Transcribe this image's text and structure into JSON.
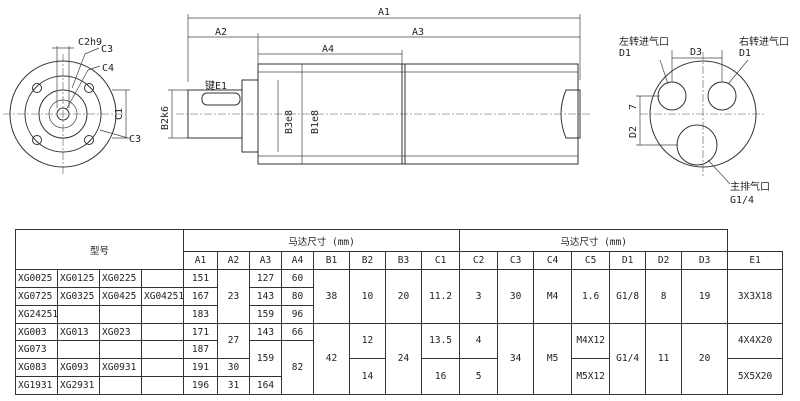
{
  "labels": {
    "c2h9": "C2h9",
    "c3_top": "C3",
    "c4": "C4",
    "c1_front": "C1",
    "c3_bottom": "C3",
    "a1": "A1",
    "a2": "A2",
    "a3": "A3",
    "a4": "A4",
    "key_e1": "键E1",
    "b2k6": "B2k6",
    "b3e8": "B3e8",
    "b1e8": "B1e8",
    "left_inlet": "左转进气口",
    "left_inlet_d": "D1",
    "d3": "D3",
    "right_inlet": "右转进气口",
    "right_inlet_d": "D1",
    "dim7": "7",
    "d2": "D2",
    "exhaust": "主排气口",
    "exhaust_g": "G1/4"
  },
  "table": {
    "model_header": "型号",
    "motor_dim_header_left": "马达尺寸 (mm)",
    "motor_dim_header_right": "马达尺寸 (mm)",
    "columns": [
      "A1",
      "A2",
      "A3",
      "A4",
      "B1",
      "B2",
      "B3",
      "C1",
      "C2",
      "C3",
      "C4",
      "C5",
      "D1",
      "D2",
      "D3",
      "E1"
    ],
    "rows": [
      {
        "models": [
          "XG0025",
          "XG0125",
          "XG0225",
          ""
        ],
        "A1": "151",
        "A3": "127",
        "A4": "60"
      },
      {
        "models": [
          "XG0725",
          "XG0325",
          "XG0425",
          "XG04251"
        ],
        "A1": "167",
        "A3": "143",
        "A4": "80"
      },
      {
        "models": [
          "XG24251",
          "",
          "",
          ""
        ],
        "A1": "183",
        "A3": "159",
        "A4": "96"
      },
      {
        "models": [
          "XG003",
          "XG013",
          "XG023",
          ""
        ],
        "A1": "171",
        "A3": "143",
        "A4": "66"
      },
      {
        "models": [
          "XG073",
          "",
          "",
          ""
        ],
        "A1": "187"
      },
      {
        "models": [
          "XG083",
          "XG093",
          "XG0931",
          ""
        ],
        "A1": "191",
        "A2": "30"
      },
      {
        "models": [
          "XG1931",
          "XG2931",
          "",
          ""
        ],
        "A1": "196",
        "A2": "31",
        "A3": "164"
      }
    ],
    "group1": {
      "A2": "23",
      "B1": "38",
      "B2": "10",
      "B3": "20",
      "C1": "11.2",
      "C2": "3",
      "C3": "30",
      "C4": "M4",
      "C5": "1.6",
      "D1": "G1/8",
      "D2": "8",
      "D3": "19",
      "E1": "3X3X18"
    },
    "group2": {
      "A2": "27",
      "A3": "159",
      "A4": "82",
      "B1": "42",
      "B2a": "12",
      "B2b": "14",
      "B3": "24",
      "C1a": "13.5",
      "C1b": "16",
      "C2a": "4",
      "C2b": "5",
      "C3": "34",
      "C4": "M5",
      "C5a": "M4X12",
      "C5b": "M5X12",
      "D1": "G1/4",
      "D2": "11",
      "D3": "20",
      "E1a": "4X4X20",
      "E1b": "5X5X20"
    }
  }
}
